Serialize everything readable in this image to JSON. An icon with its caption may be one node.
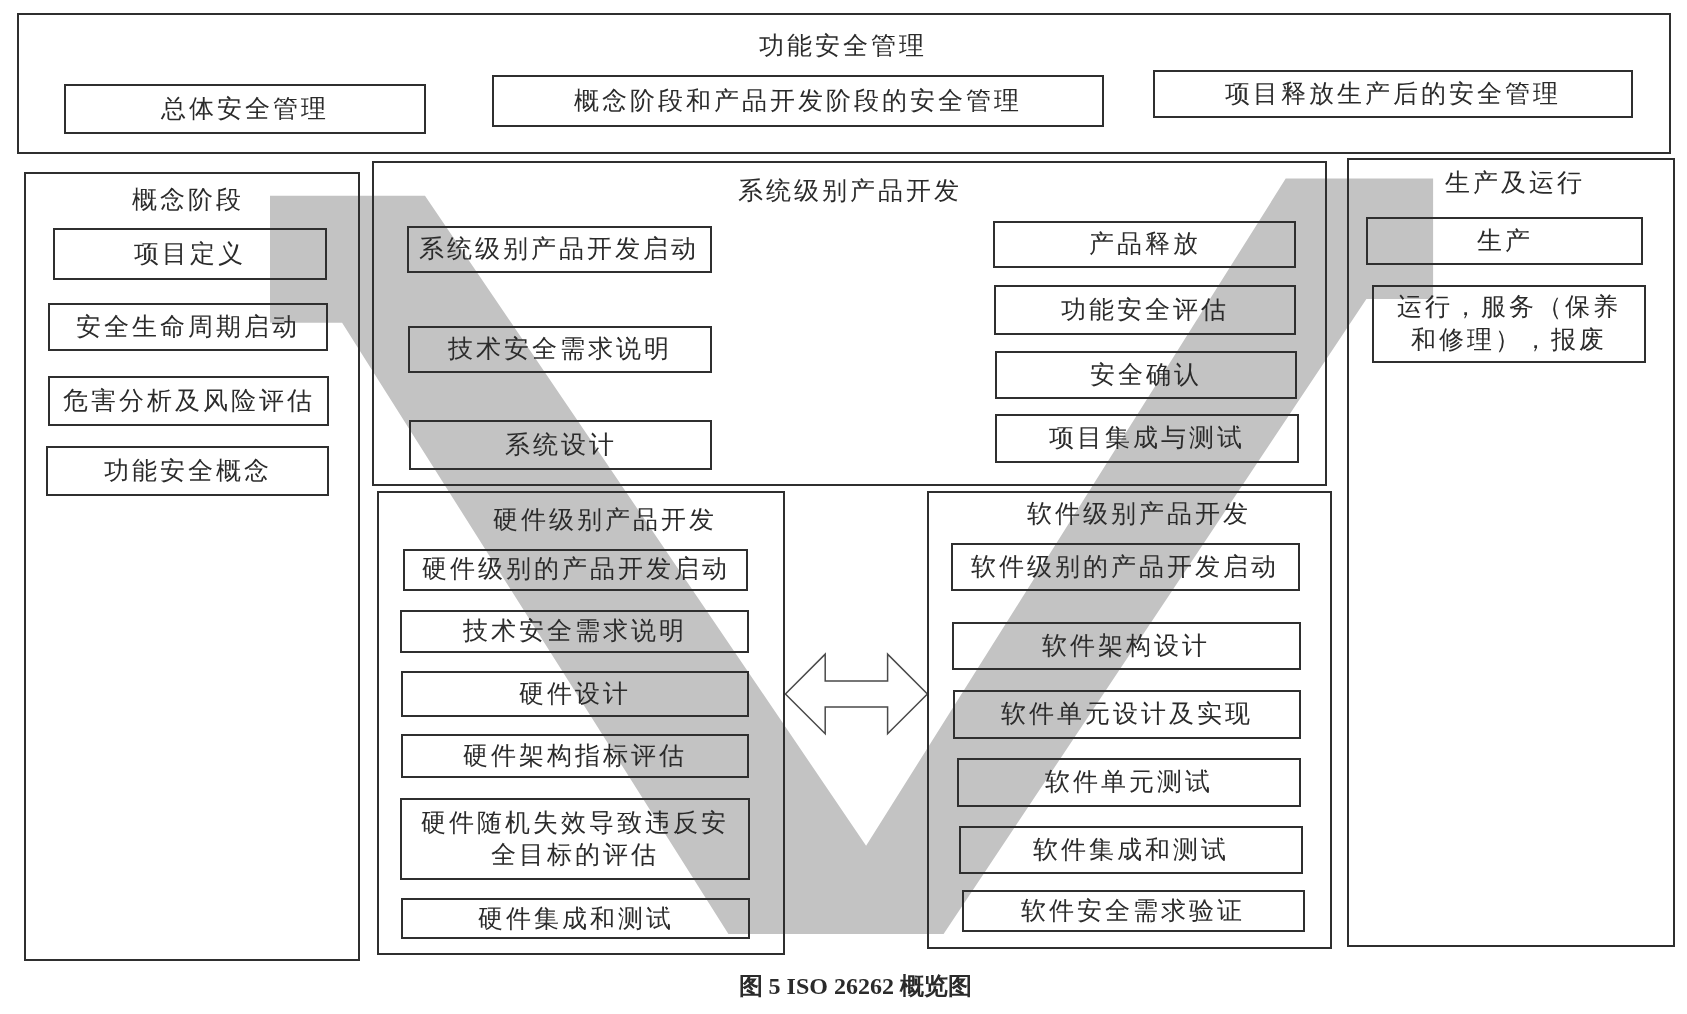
{
  "diagram": {
    "caption": "图 5 ISO 26262 概览图",
    "nodes": [
      {
        "text": [
          "功能安全管理"
        ]
      },
      {
        "text": [
          "总体安全管理"
        ],
        "in": 0
      },
      {
        "text": [
          "概念阶段和产品开发阶段的安全管理"
        ],
        "in": 0
      },
      {
        "text": [
          "项目释放生产后的安全管理"
        ],
        "in": 0
      },
      {
        "text": [
          "概念阶段"
        ]
      },
      {
        "text": [
          "项目定义"
        ],
        "in": 4
      },
      {
        "text": [
          "安全生命周期启动"
        ],
        "in": 4
      },
      {
        "text": [
          "危害分析及风险评估"
        ],
        "in": 4
      },
      {
        "text": [
          "功能安全概念"
        ],
        "in": 4
      },
      {
        "text": [
          "系统级别产品开发"
        ]
      },
      {
        "text": [
          "系统级别产品开发启动"
        ],
        "in": 9
      },
      {
        "text": [
          "技术安全需求说明"
        ],
        "in": 9
      },
      {
        "text": [
          "系统设计"
        ],
        "in": 9
      },
      {
        "text": [
          "产品释放"
        ],
        "in": 9
      },
      {
        "text": [
          "功能安全评估"
        ],
        "in": 9
      },
      {
        "text": [
          "安全确认"
        ],
        "in": 9
      },
      {
        "text": [
          "项目集成与测试"
        ],
        "in": 9
      },
      {
        "text": [
          "硬件级别产品开发"
        ]
      },
      {
        "text": [
          "硬件级别的产品开发启动"
        ],
        "in": 17
      },
      {
        "text": [
          "技术安全需求说明"
        ],
        "in": 17
      },
      {
        "text": [
          "硬件设计"
        ],
        "in": 17
      },
      {
        "text": [
          "硬件架构指标评估"
        ],
        "in": 17
      },
      {
        "text": [
          "硬件随机失效导致违反安全目标的评估"
        ],
        "in": 17
      },
      {
        "text": [
          "硬件集成和测试"
        ],
        "in": 17
      },
      {
        "text": [
          "软件级别产品开发"
        ]
      },
      {
        "text": [
          "软件级别的产品开发启动"
        ],
        "in": 24
      },
      {
        "text": [
          "软件架构设计"
        ],
        "in": 24
      },
      {
        "text": [
          "软件单元设计及实现"
        ],
        "in": 24
      },
      {
        "text": [
          "软件单元测试"
        ],
        "in": 24
      },
      {
        "text": [
          "软件集成和测试"
        ],
        "in": 24
      },
      {
        "text": [
          "软件安全需求验证"
        ],
        "in": 24
      },
      {
        "text": [
          "生产及运行"
        ]
      },
      {
        "text": [
          "生产"
        ],
        "in": 31
      },
      {
        "text": [
          "运行，服务（保养和修理），报废"
        ],
        "in": 31
      }
    ],
    "edges": [
      {
        "from": 17,
        "to": 24,
        "arrow": "both"
      }
    ]
  }
}
